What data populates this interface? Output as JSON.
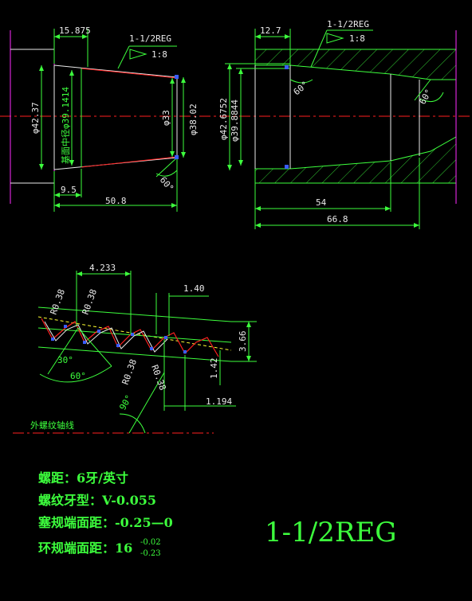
{
  "pin_view": {
    "dims": {
      "d15875": "15.875",
      "pin_thread": "1-1/2REG",
      "pin_taper": "1:8",
      "d4237": "φ42.37",
      "gauge_pitch_dia": "基面中径φ39.1414",
      "d33": "φ33",
      "d3802": "φ38.02",
      "angle60": "60°",
      "d95": "9.5",
      "d508": "50.8"
    }
  },
  "box_view": {
    "dims": {
      "d127": "12.7",
      "box_thread": "1-1/2REG",
      "box_taper": "1:8",
      "angle60a": "60°",
      "angle60b": "60°",
      "d426752": "φ42.6752",
      "d398844": "φ39.8844",
      "d54": "54",
      "d668": "66.8"
    }
  },
  "thread_profile": {
    "dims": {
      "pitch": "4.233",
      "d140": "1.40",
      "r038a": "R0.38",
      "r038b": "R0.38",
      "r038c": "R0.38",
      "r038d": "R0.38",
      "d366": "3.66",
      "d142": "1.42",
      "d1194": "1.194",
      "a30": "30°",
      "a60": "60°",
      "a90": "90°",
      "axis_label": "外螺纹轴线"
    }
  },
  "specs": {
    "pitch": "螺距：6牙/英寸",
    "form": "螺纹牙型：V-0.055",
    "plug_standoff": "塞规端面距：-0.25—0",
    "ring_standoff_base": "环规端面距：16",
    "ring_tol_upper": "-0.02",
    "ring_tol_lower": "-0.23"
  },
  "title": "1-1/2REG",
  "colors": {
    "green": "#3dff3d",
    "magenta": "#ff2bff",
    "red": "#ff2020",
    "white": "#eaeaea",
    "blue": "#3a5cff",
    "yellow": "#ffff33"
  }
}
